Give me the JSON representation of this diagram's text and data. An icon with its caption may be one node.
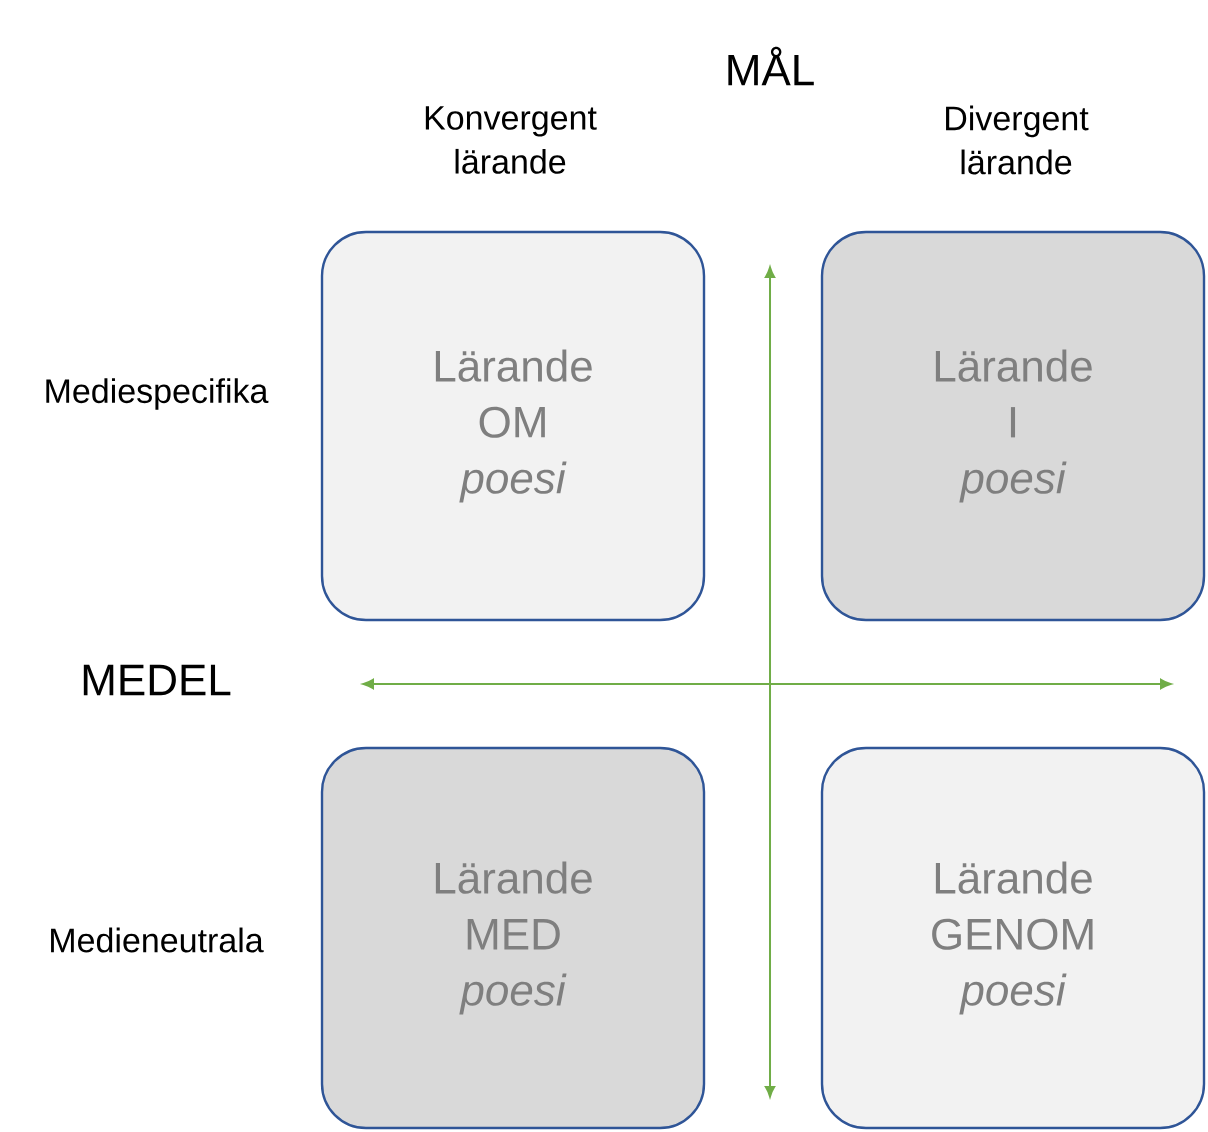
{
  "diagram": {
    "nodes": [
      {
        "text": [
          "Lärande",
          "OM",
          "poesi"
        ]
      },
      {
        "text": [
          "Lärande",
          "I",
          "poesi"
        ]
      },
      {
        "text": [
          "Lärande",
          "MED",
          "poesi"
        ]
      },
      {
        "text": [
          "Lärande",
          "GENOM",
          "poesi"
        ]
      }
    ],
    "labels": [
      "MÅL",
      "Konvergent lärande",
      "Divergent lärande",
      "Mediespecifika",
      "MEDEL",
      "Medieneutrala"
    ]
  }
}
